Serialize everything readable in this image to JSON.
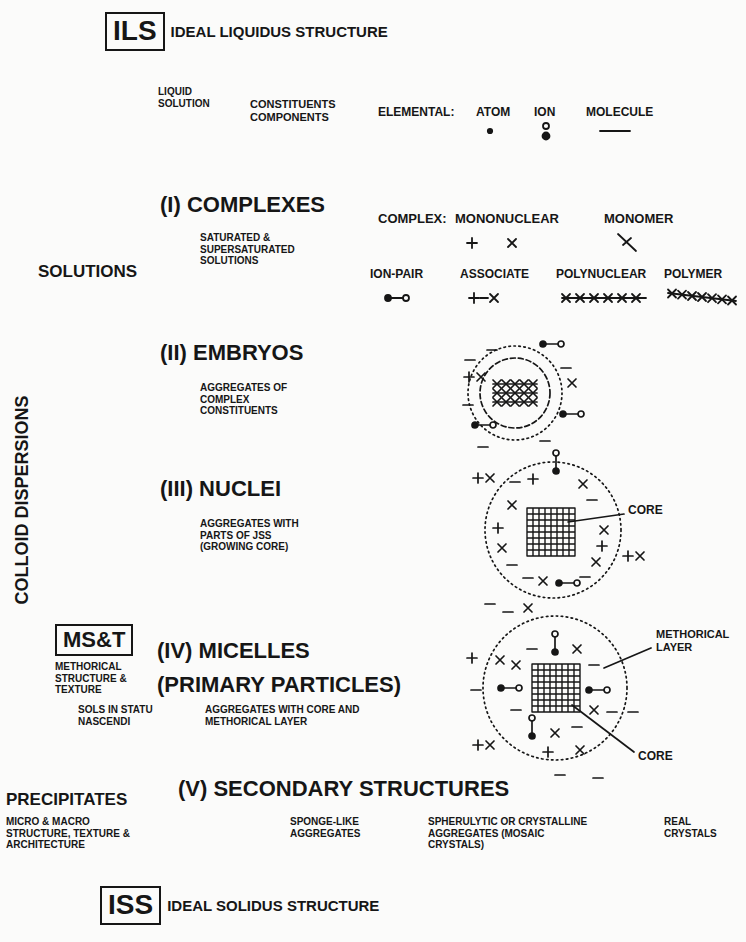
{
  "diagram": {
    "nodes": [
      {
        "text": [
          "ILS",
          "IDEAL LIQUIDUS STRUCTURE"
        ]
      },
      {
        "text": [
          "MS&T",
          "METHORICAL STRUCTURE & TEXTURE"
        ]
      },
      {
        "text": [
          "ISS",
          "IDEAL SOLIDUS STRUCTURE"
        ]
      }
    ],
    "labels": [
      "LIQUID SOLUTION",
      "CONSTITUENTS COMPONENTS",
      "ELEMENTAL:",
      "ATOM",
      "ION",
      "MOLECULE",
      "(I) COMPLEXES",
      "COMPLEX:",
      "MONONUCLEAR",
      "MONOMER",
      "SATURATED & SUPERSATURATED SOLUTIONS",
      "SOLUTIONS",
      "ION-PAIR",
      "ASSOCIATE",
      "POLYNUCLEAR",
      "POLYMER",
      "COLLOID DISPERSIONS",
      "(II) EMBRYOS",
      "AGGREGATES OF COMPLEX CONSTITUENTS",
      "(III) NUCLEI",
      "AGGREGATES WITH PARTS OF JSS (GROWING CORE)",
      "CORE",
      "(IV) MICELLES",
      "(PRIMARY PARTICLES)",
      "SOLS IN STATU NASCENDI",
      "AGGREGATES WITH CORE AND METHORICAL LAYER",
      "METHORICAL LAYER",
      "CORE",
      "(V) SECONDARY STRUCTURES",
      "PRECIPITATES",
      "MICRO & MACRO STRUCTURE, TEXTURE & ARCHITECTURE",
      "SPONGE-LIKE AGGREGATES",
      "SPHERULYTIC OR CRYSTALLINE AGGREGATES (MOSAIC CRYSTALS)",
      "REAL CRYSTALS"
    ]
  }
}
